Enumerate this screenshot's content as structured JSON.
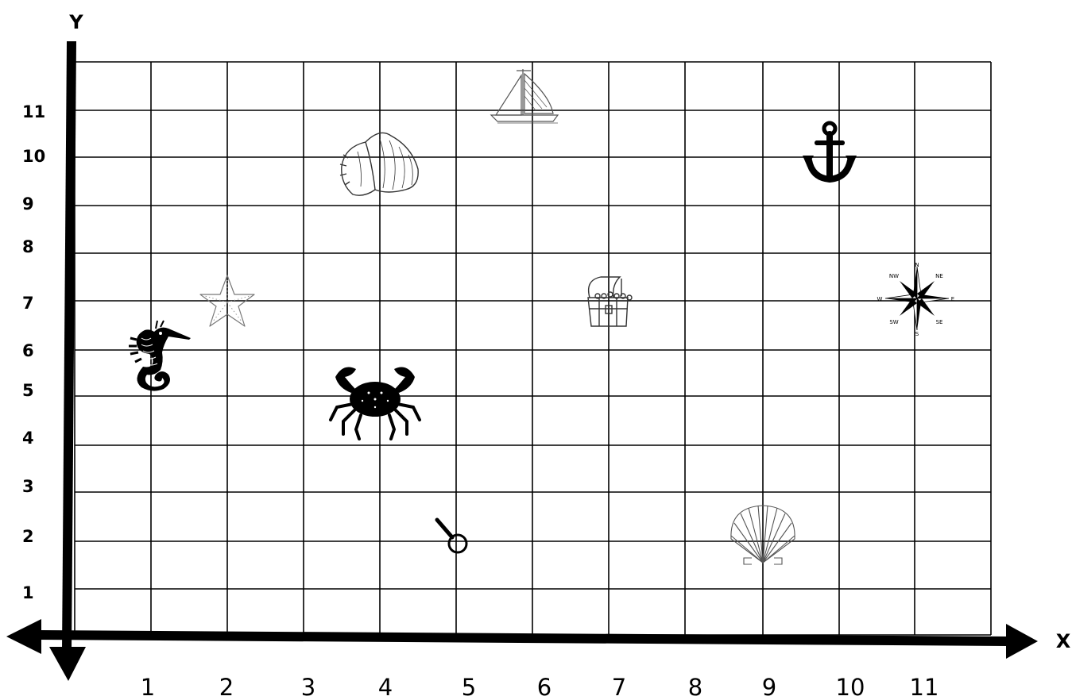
{
  "axes": {
    "x_title": "X",
    "y_title": "Y",
    "x_ticks": [
      "1",
      "2",
      "3",
      "4",
      "5",
      "6",
      "7",
      "8",
      "9",
      "10",
      "11"
    ],
    "y_ticks": [
      "1",
      "2",
      "3",
      "4",
      "5",
      "6",
      "7",
      "8",
      "9",
      "10",
      "11"
    ]
  },
  "grid": {
    "columns": 12,
    "rows": 12,
    "visible": true
  },
  "pictures": [
    {
      "icon": "sailboat-icon",
      "x": 6,
      "y": 11
    },
    {
      "icon": "conch-shell-icon",
      "x": 4,
      "y": 10
    },
    {
      "icon": "anchor-icon",
      "x": 10,
      "y": 10
    },
    {
      "icon": "starfish-icon",
      "x": 2,
      "y": 7
    },
    {
      "icon": "treasure-chest-icon",
      "x": 7,
      "y": 7
    },
    {
      "icon": "compass-rose-icon",
      "x": 11,
      "y": 7
    },
    {
      "icon": "seahorse-icon",
      "x": 1,
      "y": 6
    },
    {
      "icon": "crab-icon",
      "x": 4,
      "y": 5
    },
    {
      "icon": "magnifying-glass-icon",
      "x": 5,
      "y": 2
    },
    {
      "icon": "scallop-shell-icon",
      "x": 9,
      "y": 2
    }
  ],
  "compass_labels": [
    "N",
    "NE",
    "E",
    "SE",
    "S",
    "SW",
    "W",
    "NW"
  ],
  "colors": {
    "ink": "#000000",
    "background": "#ffffff",
    "outline_art": "#555555"
  }
}
